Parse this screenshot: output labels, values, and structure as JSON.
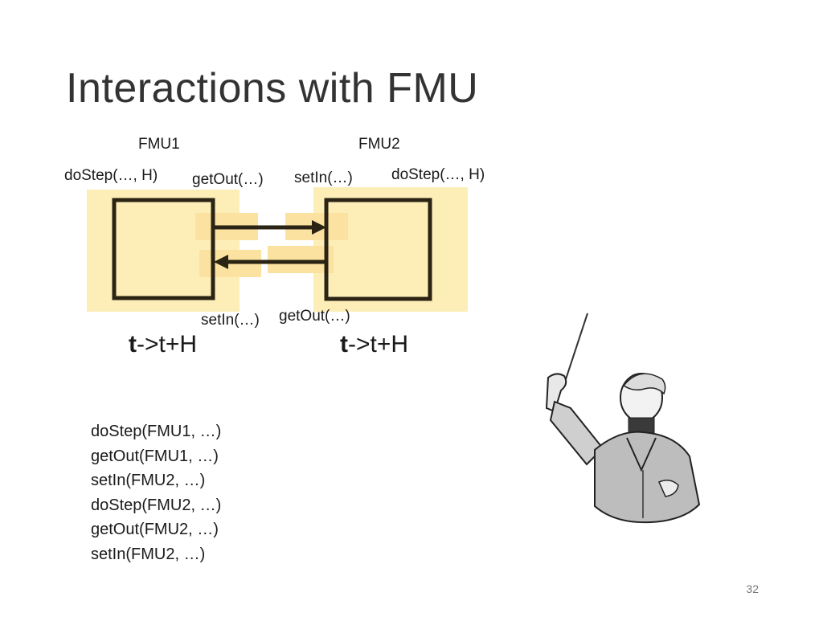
{
  "slide": {
    "title": "Interactions with FMU",
    "page_number": "32"
  },
  "diagram": {
    "fmu1_label": "FMU1",
    "fmu2_label": "FMU2",
    "fmu1_dostep": "doStep(…, H)",
    "fmu2_dostep": "doStep(…, H)",
    "fmu1_getout_top": "getOut(…)",
    "fmu2_setin_top": "setIn(…)",
    "fmu1_setin_bottom": "setIn(…)",
    "fmu2_getout_bottom": "getOut(…)",
    "fmu1_time_prefix": "t",
    "fmu1_time_rest": "->t+H",
    "fmu2_time_prefix": "t",
    "fmu2_time_rest": "->t+H"
  },
  "call_sequence": [
    "doStep(FMU1, …)",
    "getOut(FMU1, …)",
    "setIn(FMU2, …)",
    "doStep(FMU2, …)",
    "getOut(FMU2, …)",
    "setIn(FMU2, …)"
  ],
  "colors": {
    "highlight": "#fdeeb8",
    "port_highlight": "#fbe2a0",
    "box_stroke": "#2b2414"
  },
  "illustration": {
    "icon": "conductor-with-baton-icon"
  }
}
